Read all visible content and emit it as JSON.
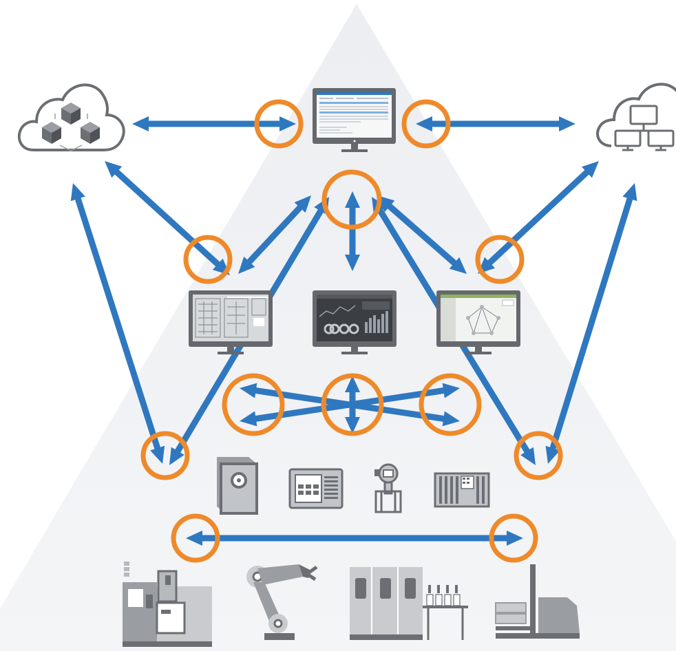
{
  "colors": {
    "background": "#ffffff",
    "pyramid": "#eef0f3",
    "pyramid_edge": "#ffffff",
    "arrow": "#2f78c0",
    "highlight_ring": "#ee8a2a",
    "icon_dark": "#6b6e72",
    "icon_mid": "#9a9da1",
    "icon_light": "#c9cbce"
  },
  "nodes": [
    {
      "name": "cloud-cubes-icon",
      "icon": "cloud-with-cubes"
    },
    {
      "name": "central-monitor-icon",
      "icon": "monitor-spreadsheet"
    },
    {
      "name": "cloud-monitors-icon",
      "icon": "cloud-with-monitors"
    },
    {
      "name": "monitor-scada-icon",
      "icon": "monitor-scada"
    },
    {
      "name": "monitor-dashboard-icon",
      "icon": "monitor-dashboard"
    },
    {
      "name": "monitor-network-icon",
      "icon": "monitor-network"
    },
    {
      "name": "controller-cabinet-icon",
      "icon": "controller-cabinet"
    },
    {
      "name": "hmi-panel-icon",
      "icon": "hmi-panel"
    },
    {
      "name": "flow-transmitter-icon",
      "icon": "flow-transmitter"
    },
    {
      "name": "plc-rack-icon",
      "icon": "plc-rack"
    },
    {
      "name": "cnc-machine-icon",
      "icon": "cnc-machine"
    },
    {
      "name": "robot-arm-icon",
      "icon": "robot-arm"
    },
    {
      "name": "filling-machine-icon",
      "icon": "filling-machine"
    },
    {
      "name": "forklift-icon",
      "icon": "forklift"
    }
  ],
  "connections": [
    {
      "name": "link-cloud-cubes-to-monitor",
      "style": "bidirectional"
    },
    {
      "name": "link-monitor-to-cloud-monitors",
      "style": "bidirectional"
    },
    {
      "name": "link-cloud-cubes-to-scada",
      "style": "bidirectional"
    },
    {
      "name": "link-cloud-monitors-to-network",
      "style": "bidirectional"
    },
    {
      "name": "link-monitor-to-scada",
      "style": "bidirectional"
    },
    {
      "name": "link-monitor-to-dashboard",
      "style": "bidirectional"
    },
    {
      "name": "link-monitor-to-network",
      "style": "bidirectional"
    },
    {
      "name": "link-cloud-cubes-to-field-left",
      "style": "bidirectional"
    },
    {
      "name": "link-cloud-monitors-to-field-right",
      "style": "bidirectional"
    },
    {
      "name": "link-monitor-to-field-left",
      "style": "bidirectional"
    },
    {
      "name": "link-monitor-to-field-right",
      "style": "bidirectional"
    },
    {
      "name": "link-cross-a",
      "style": "bidirectional"
    },
    {
      "name": "link-cross-b",
      "style": "bidirectional"
    },
    {
      "name": "link-middle-vertical",
      "style": "bidirectional"
    },
    {
      "name": "link-machines-horizontal",
      "style": "bidirectional"
    }
  ]
}
